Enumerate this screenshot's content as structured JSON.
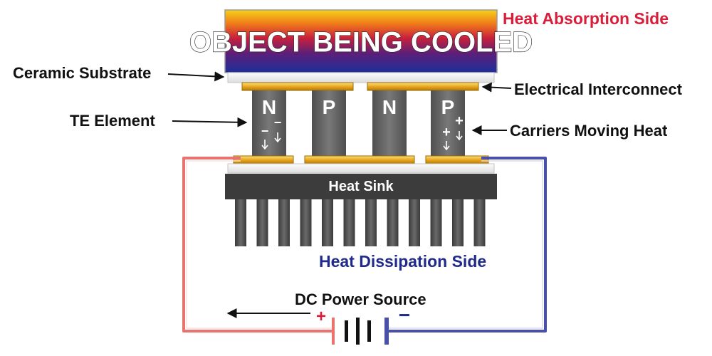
{
  "title_box": {
    "text": "OBJECT BEING COOLED"
  },
  "labels": {
    "heat_absorption": "Heat Absorption Side",
    "ceramic_substrate": "Ceramic Substrate",
    "electrical_interconnect": "Electrical Interconnect",
    "te_element": "TE Element",
    "carriers_moving_heat": "Carriers Moving Heat",
    "heat_sink": "Heat Sink",
    "heat_dissipation": "Heat Dissipation Side",
    "dc_power_source": "DC Power Source"
  },
  "elements": [
    {
      "letter": "N",
      "carrier": "−"
    },
    {
      "letter": "P",
      "carrier": ""
    },
    {
      "letter": "N",
      "carrier": ""
    },
    {
      "letter": "P",
      "carrier": "+"
    }
  ],
  "battery": {
    "positive": "+",
    "negative": "−"
  },
  "colors": {
    "absorption_label": "#d81e3a",
    "dissipation_label": "#1f2a8c",
    "positive_wire": "#e8736f",
    "negative_wire": "#4a4fa8",
    "interconnect": "#e6a21a",
    "heat_sink": "#3c3c3c"
  }
}
